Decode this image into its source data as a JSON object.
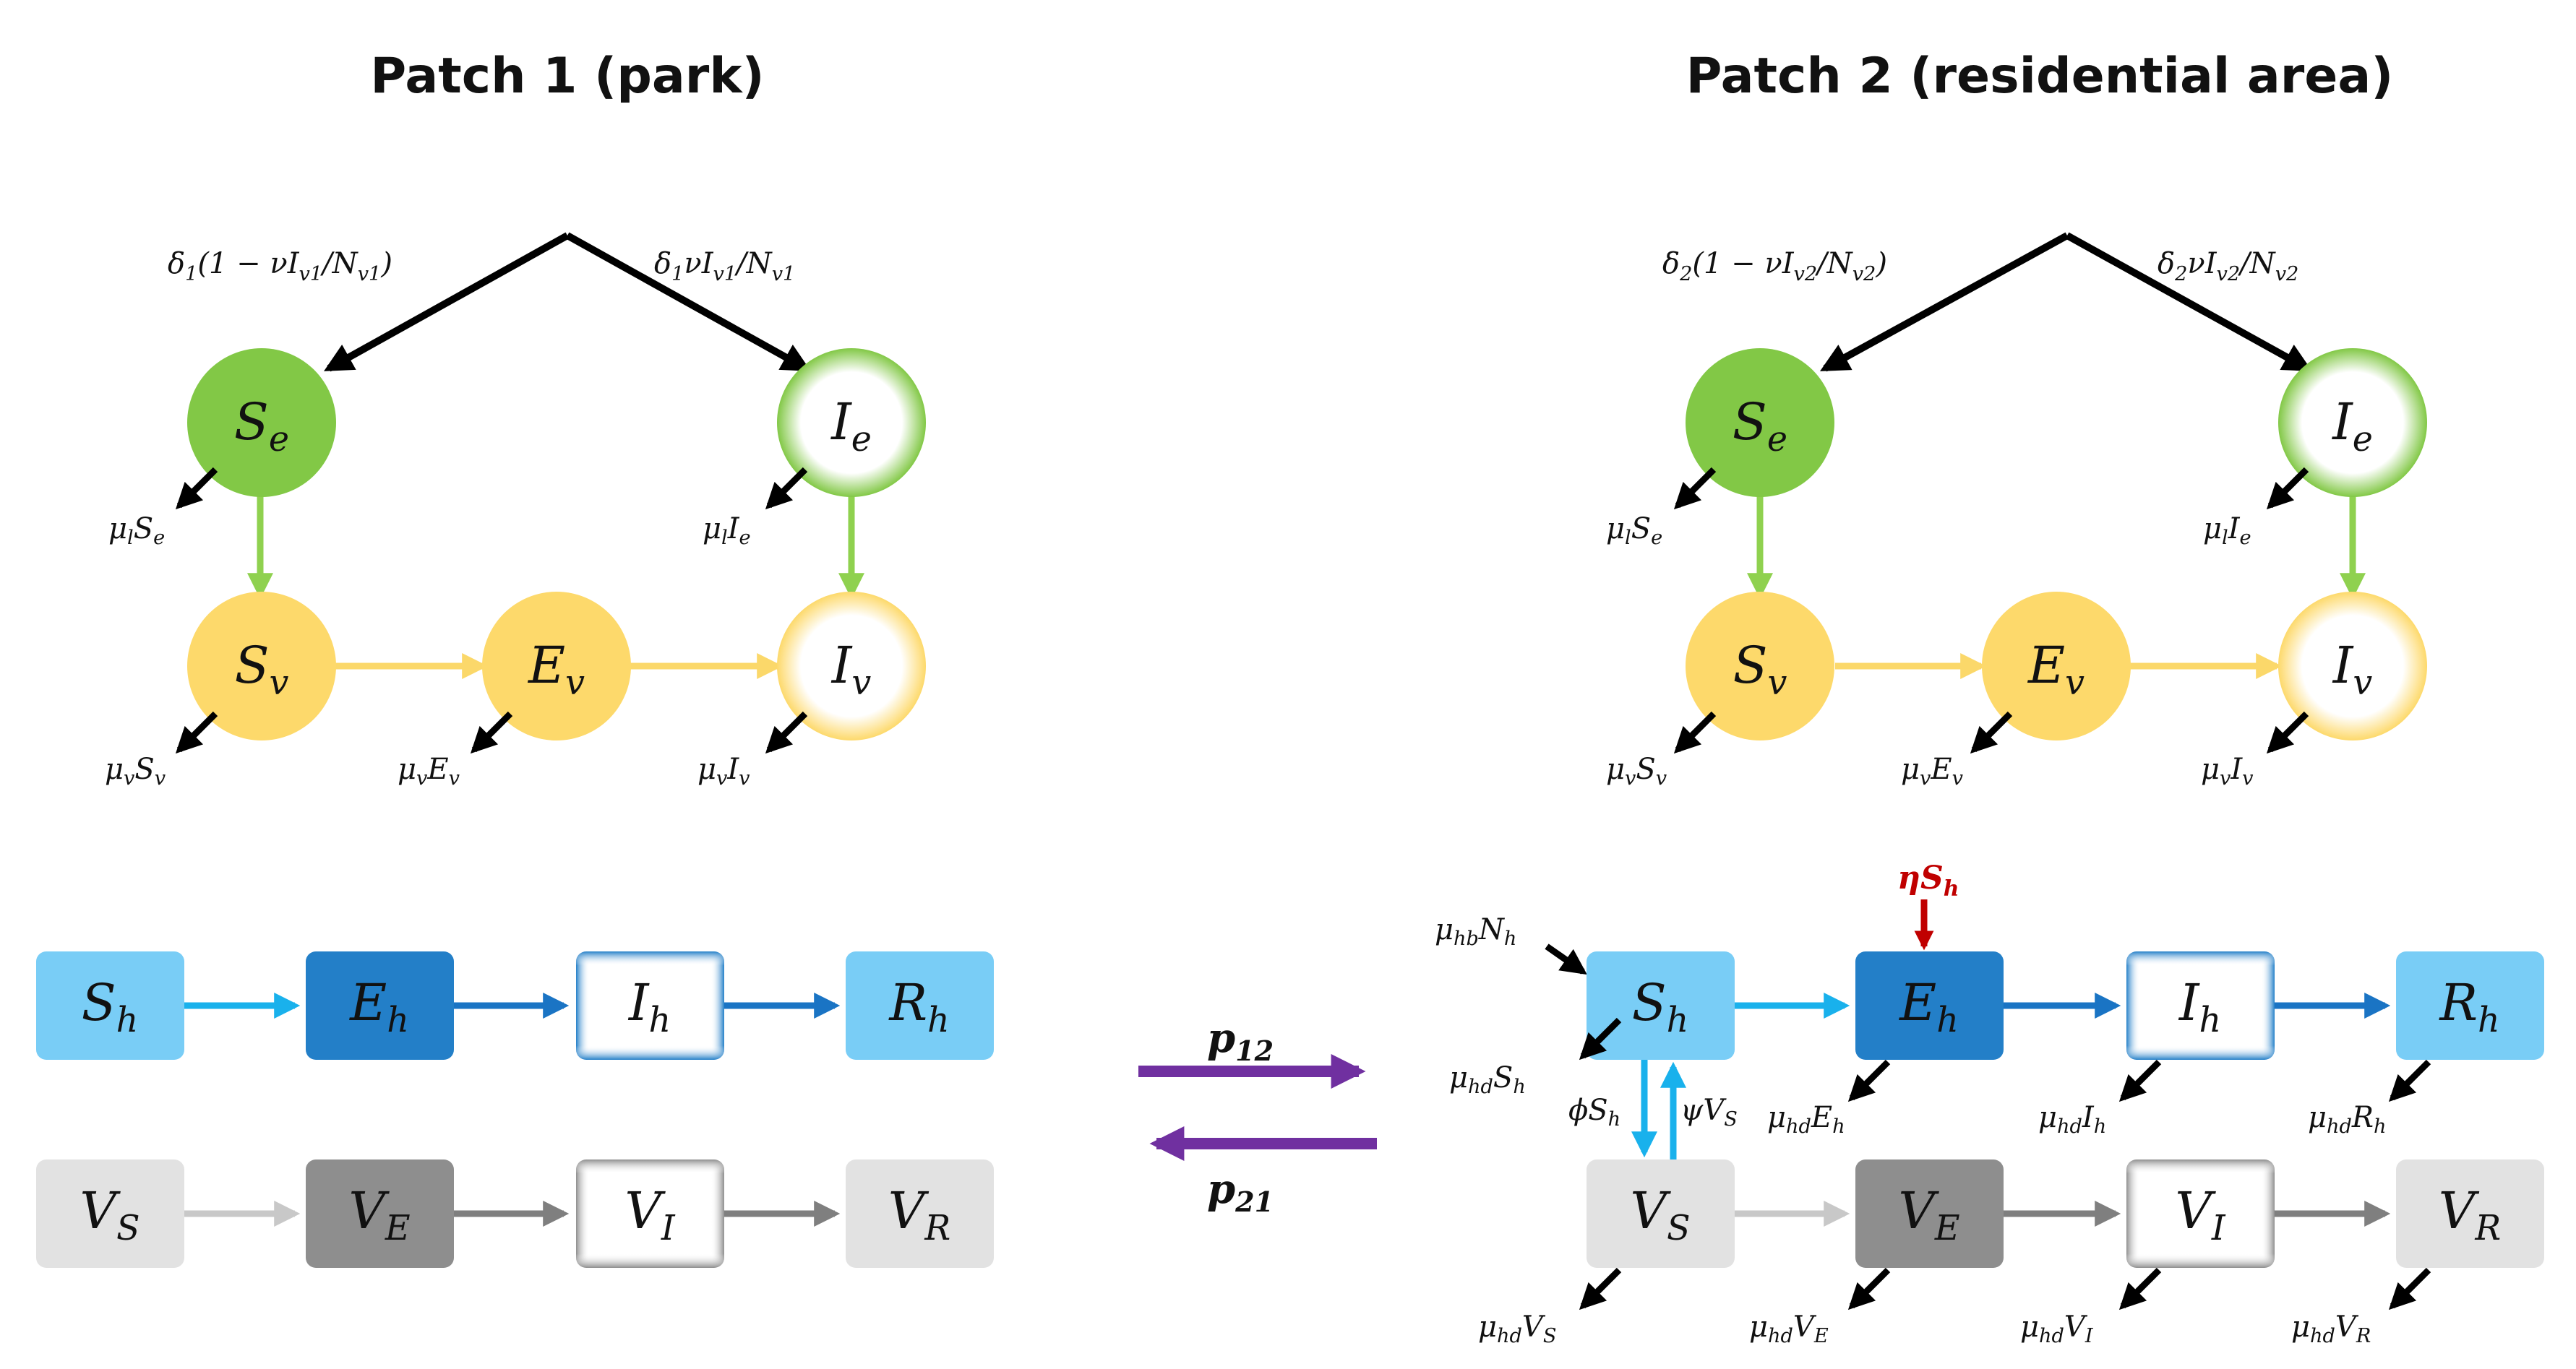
{
  "titles": {
    "patch1": "Patch 1 (park)",
    "patch2": "Patch 2 (residential area)"
  },
  "colors": {
    "green": "#82c846",
    "yellow": "#fdd96b",
    "blue_light": "#79cdf6",
    "blue_dark": "#237fc8",
    "gray_light": "#e2e2e2",
    "gray_dark": "#8e8e8e",
    "arrow_black": "#000000",
    "arrow_green": "#8fd14f",
    "arrow_yellow": "#fbd86a",
    "arrow_blue_light": "#19b1ec",
    "arrow_blue_dark": "#1a74c4",
    "arrow_gray_light": "#c8c8c8",
    "arrow_gray_dark": "#7f7f7f",
    "arrow_red": "#c00000",
    "arrow_purple": "#7030a0"
  },
  "nodes": {
    "Se": {
      "m": "S",
      "s": "e"
    },
    "Ie": {
      "m": "I",
      "s": "e"
    },
    "Sv": {
      "m": "S",
      "s": "v"
    },
    "Ev": {
      "m": "E",
      "s": "v"
    },
    "Iv": {
      "m": "I",
      "s": "v"
    },
    "Sh": {
      "m": "S",
      "s": "h"
    },
    "Eh": {
      "m": "E",
      "s": "h"
    },
    "Ih": {
      "m": "I",
      "s": "h"
    },
    "Rh": {
      "m": "R",
      "s": "h"
    },
    "VS": {
      "m": "V",
      "s": "S"
    },
    "VE": {
      "m": "V",
      "s": "E"
    },
    "VI": {
      "m": "V",
      "s": "I"
    },
    "VR": {
      "m": "V",
      "s": "R"
    }
  },
  "labels": {
    "p1_delta_se": {
      "a": "δ",
      "b": "1",
      "c": "(1 − νI",
      "d": "v1",
      "e": "/N",
      "f": "v1",
      "g": ")"
    },
    "p1_delta_ie": {
      "a": "δ",
      "b": "1",
      "c": "νI",
      "d": "v1",
      "e": "/N",
      "f": "v1"
    },
    "p2_delta_se": {
      "a": "δ",
      "b": "2",
      "c": "(1 − νI",
      "d": "v2",
      "e": "/N",
      "f": "v2",
      "g": ")"
    },
    "p2_delta_ie": {
      "a": "δ",
      "b": "2",
      "c": "νI",
      "d": "v2",
      "e": "/N",
      "f": "v2"
    },
    "mu_l_se": {
      "m": "μ",
      "s": "l",
      "x": "S",
      "y": "e"
    },
    "mu_l_ie": {
      "m": "μ",
      "s": "l",
      "x": "I",
      "y": "e"
    },
    "mu_v_sv": {
      "m": "μ",
      "s": "v",
      "x": "S",
      "y": "v"
    },
    "mu_v_ev": {
      "m": "μ",
      "s": "v",
      "x": "E",
      "y": "v"
    },
    "mu_v_iv": {
      "m": "μ",
      "s": "v",
      "x": "I",
      "y": "v"
    },
    "mu_hb_nh": {
      "m": "μ",
      "s": "hb",
      "x": "N",
      "y": "h"
    },
    "mu_hd_sh": {
      "m": "μ",
      "s": "hd",
      "x": "S",
      "y": "h"
    },
    "mu_hd_eh": {
      "m": "μ",
      "s": "hd",
      "x": "E",
      "y": "h"
    },
    "mu_hd_ih": {
      "m": "μ",
      "s": "hd",
      "x": "I",
      "y": "h"
    },
    "mu_hd_rh": {
      "m": "μ",
      "s": "hd",
      "x": "R",
      "y": "h"
    },
    "mu_hd_vs": {
      "m": "μ",
      "s": "hd",
      "x": "V",
      "y": "S"
    },
    "mu_hd_ve": {
      "m": "μ",
      "s": "hd",
      "x": "V",
      "y": "E"
    },
    "mu_hd_vi": {
      "m": "μ",
      "s": "hd",
      "x": "V",
      "y": "I"
    },
    "mu_hd_vr": {
      "m": "μ",
      "s": "hd",
      "x": "V",
      "y": "R"
    },
    "phi_sh": {
      "m": "ϕS",
      "s": "h"
    },
    "psi_vs": {
      "m": "ψV",
      "s": "S"
    },
    "eta_sh": {
      "m": "ηS",
      "s": "h"
    },
    "p12": {
      "m": "p",
      "s": "12"
    },
    "p21": {
      "m": "p",
      "s": "21"
    }
  }
}
